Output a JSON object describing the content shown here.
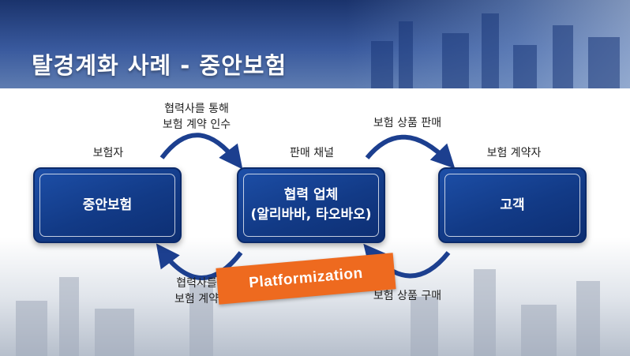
{
  "title": "탈경계화 사례 - 중안보험",
  "nodes": {
    "insurer": {
      "role": "보험자",
      "name": "중안보험"
    },
    "channel": {
      "role": "판매 채널",
      "name": "협력 업체\n(알리바바, 타오바오)"
    },
    "customer": {
      "role": "보험 계약자",
      "name": "고객"
    }
  },
  "flows": {
    "top_left": "협력사를 통해\n보험 계약 인수",
    "top_right": "보험 상품 판매",
    "bottom_left": "협력사를\n보험 계약",
    "bottom_right": "보험 상품 구매"
  },
  "stamp": "Platformization",
  "colors": {
    "box_fill": "#123a86",
    "arrow": "#1c3f8f",
    "stamp": "#ee6a1f"
  }
}
